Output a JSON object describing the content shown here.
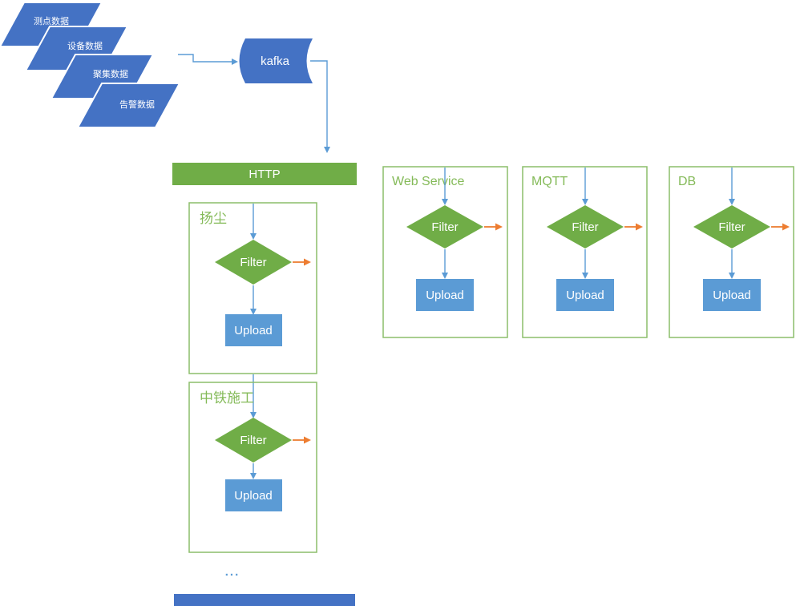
{
  "colors": {
    "primary-blue": "#4472C4",
    "arrow-blue": "#5B9BD5",
    "green": "#70AD47",
    "border-green": "#8CBE6A",
    "label-green": "#84BA58",
    "orange": "#ED7D31"
  },
  "sources": [
    {
      "label": "测点数据"
    },
    {
      "label": "设备数据"
    },
    {
      "label": "聚集数据"
    },
    {
      "label": "告警数据"
    }
  ],
  "kafka": {
    "label": "kafka"
  },
  "http": {
    "label": "HTTP"
  },
  "channels": [
    {
      "title": "扬尘",
      "filter_label": "Filter",
      "upload_label": "Upload"
    },
    {
      "title": "中铁施工",
      "filter_label": "Filter",
      "upload_label": "Upload"
    },
    {
      "title": "Web Service",
      "filter_label": "Filter",
      "upload_label": "Upload"
    },
    {
      "title": "MQTT",
      "filter_label": "Filter",
      "upload_label": "Upload"
    },
    {
      "title": "DB",
      "filter_label": "Filter",
      "upload_label": "Upload"
    }
  ],
  "ellipsis": "..."
}
